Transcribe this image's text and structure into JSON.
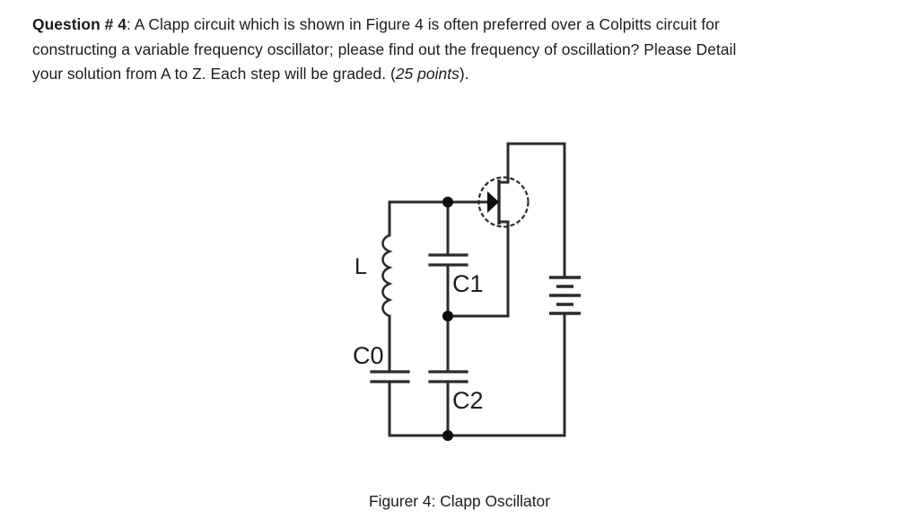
{
  "document": {
    "question": {
      "label": "Question # 4",
      "separator": ":",
      "line1_rest": " A Clapp circuit which is shown in Figure 4 is often preferred over a Colpitts circuit for",
      "line2": "constructing a variable frequency oscillator; please find out the frequency of oscillation?  Please Detail",
      "line3_before_points": "your solution from A to Z.  Each step will be graded. (",
      "points": "25 points",
      "line3_after_points": ")."
    },
    "figure": {
      "caption": "Figurer 4:  Clapp Oscillator",
      "labels": {
        "inductor": "L",
        "cap_series": "C0",
        "cap_gate": "C1",
        "cap_source": "C2"
      },
      "components": {
        "transistor": "n-channel-jfet",
        "battery": "dc-battery",
        "inductor": "inductor-coil",
        "capacitors": [
          "C0",
          "C1",
          "C2"
        ]
      },
      "colors": {
        "wire": "#2b2b2b",
        "label": "#1c1c1c",
        "background": "#ffffff"
      }
    }
  }
}
